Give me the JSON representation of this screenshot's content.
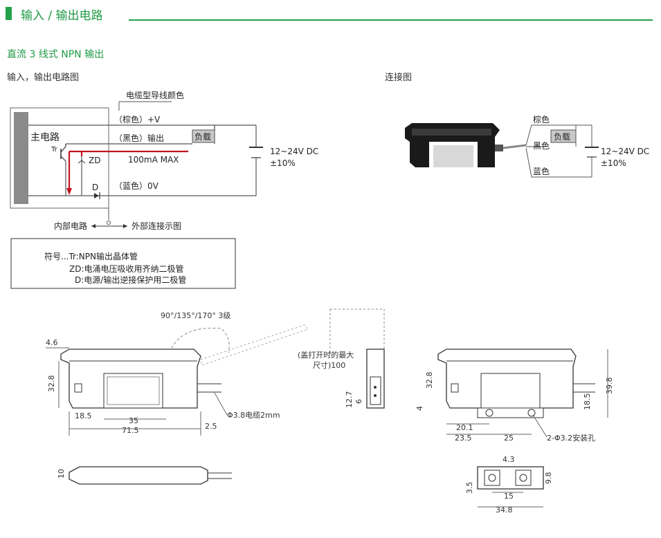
{
  "header": {
    "title": "输入 / 输出电路",
    "accent": "#25a04a"
  },
  "subtitle": "直流 3 线式 NPN 输出",
  "circuit": {
    "caption": "输入，输出电路图",
    "cable_color_label": "电缆型导线颜色",
    "main_circuit": "主电路",
    "tr": "Tr",
    "zd": "ZD",
    "d": "D",
    "brown": "（棕色）+V",
    "black": "（黑色）输出",
    "blue": "（蓝色）0V",
    "max_current": "100mA MAX",
    "load": "负载",
    "supply_line1": "12~24V DC",
    "supply_line2": "±10%",
    "internal": "内部电路",
    "external": "外部连接示图",
    "legend_line1": "符号...Tr:NPN输出晶体管",
    "legend_line2": "ZD:电涌电压吸收用齐纳二极管",
    "legend_line3": "D:电源/输出逆接保护用二极管"
  },
  "connection": {
    "caption": "连接图",
    "brown": "棕色",
    "black": "黑色",
    "blue": "蓝色",
    "load": "负载",
    "supply_line1": "12~24V DC",
    "supply_line2": "±10%"
  },
  "dims_left": {
    "angles": "90°/135°/170° 3级",
    "d46": "4.6",
    "d328": "32.8",
    "d185": "18.5",
    "d35": "35",
    "d715": "71.5",
    "d25": "2.5",
    "cable": "Φ3.8电缆2mm",
    "d10": "10"
  },
  "dims_mid": {
    "cover_line1": "(盖打开时的最大",
    "cover_line2": "尺寸)100",
    "d127": "12.7",
    "d6": "6"
  },
  "dims_right": {
    "d328": "32.8",
    "d398": "39.8",
    "d185": "18.5",
    "d4": "4",
    "d201": "20.1",
    "d235": "23.5",
    "d25": "25",
    "hole": "2-Φ3.2安装孔",
    "d43": "4.3",
    "d98": "9.8",
    "d35": "3.5",
    "d15": "15",
    "d348": "34.8"
  },
  "colors": {
    "output_path": "#c0141e",
    "line": "#555555",
    "housing": "#1a1a1a"
  }
}
